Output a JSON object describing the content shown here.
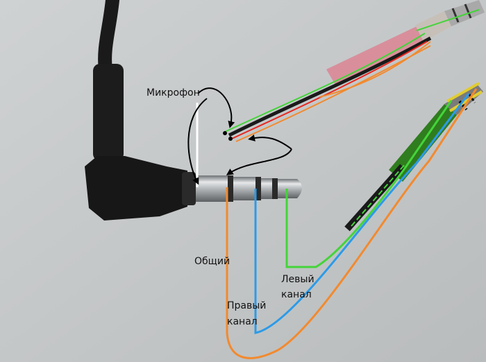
{
  "labels": {
    "microphone": "Микрофон",
    "common": "Общий",
    "right_channel_1": "Правый",
    "right_channel_2": "канал",
    "left_channel_1": "Левый",
    "left_channel_2": "канал"
  },
  "colors": {
    "background": "#c9cccd",
    "cable": "#1a1a1a",
    "plug_metal": "#b9bcbe",
    "insulator_ring": "#2a2a2a",
    "wire_common": "#f28a2e",
    "wire_right": "#2b9be8",
    "wire_left": "#44d43a",
    "wire_mic_red": "#e8261e",
    "annotation_arrow": "#000000",
    "mic_marker": "#ffffff",
    "pink_plug": "#d98896"
  },
  "icons": {
    "main_plug": "trrs-jack-plug-icon",
    "mic_plug": "pink-mic-plug-icon",
    "headphone_plug": "green-trs-plug-icon"
  }
}
